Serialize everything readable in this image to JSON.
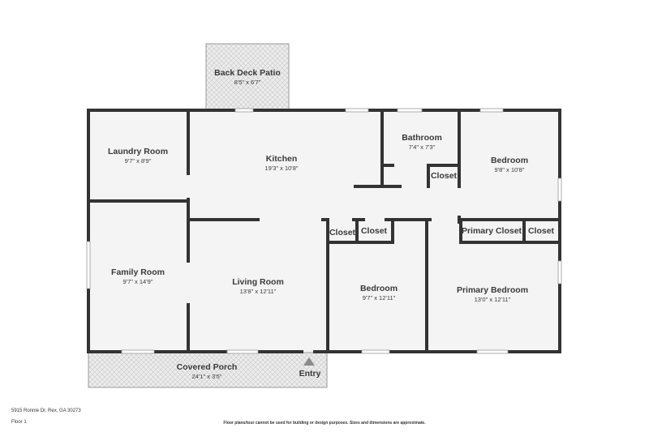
{
  "rooms": {
    "back_deck": {
      "name": "Back Deck Patio",
      "dim": "8'5\" x 6'7\""
    },
    "laundry": {
      "name": "Laundry Room",
      "dim": "9'7\" x 8'9\""
    },
    "kitchen": {
      "name": "Kitchen",
      "dim": "19'3\" x 10'8\""
    },
    "bathroom": {
      "name": "Bathroom",
      "dim": "7'4\" x 7'3\""
    },
    "bedroom_ne": {
      "name": "Bedroom",
      "dim": "9'8\" x 10'8\""
    },
    "closet_bath": {
      "name": "Closet"
    },
    "family": {
      "name": "Family Room",
      "dim": "9'7\" x 14'9\""
    },
    "living": {
      "name": "Living Room",
      "dim": "13'8\" x 12'11\""
    },
    "closet_a": {
      "name": "Closet"
    },
    "closet_b": {
      "name": "Closet"
    },
    "primary_closet": {
      "name": "Primary Closet"
    },
    "closet_c": {
      "name": "Closet"
    },
    "bedroom_s": {
      "name": "Bedroom",
      "dim": "9'7\" x 12'11\""
    },
    "primary_bedroom": {
      "name": "Primary Bedroom",
      "dim": "13'0\" x 12'11\""
    },
    "porch": {
      "name": "Covered Porch",
      "dim": "24'1\" x 3'5\""
    },
    "entry": {
      "name": "Entry"
    }
  },
  "footer": {
    "address": "5915 Ronnie Dr, Rex, GA 30273",
    "floor": "Floor 1",
    "disclaimer": "Floor plans/tour cannot be used for building or design purposes. Sizes and dimensions are approximate."
  },
  "colors": {
    "wall": "#333333",
    "floor": "#f4f4f4",
    "patio": "#e8e8e8",
    "window": "#d0d0d0"
  }
}
